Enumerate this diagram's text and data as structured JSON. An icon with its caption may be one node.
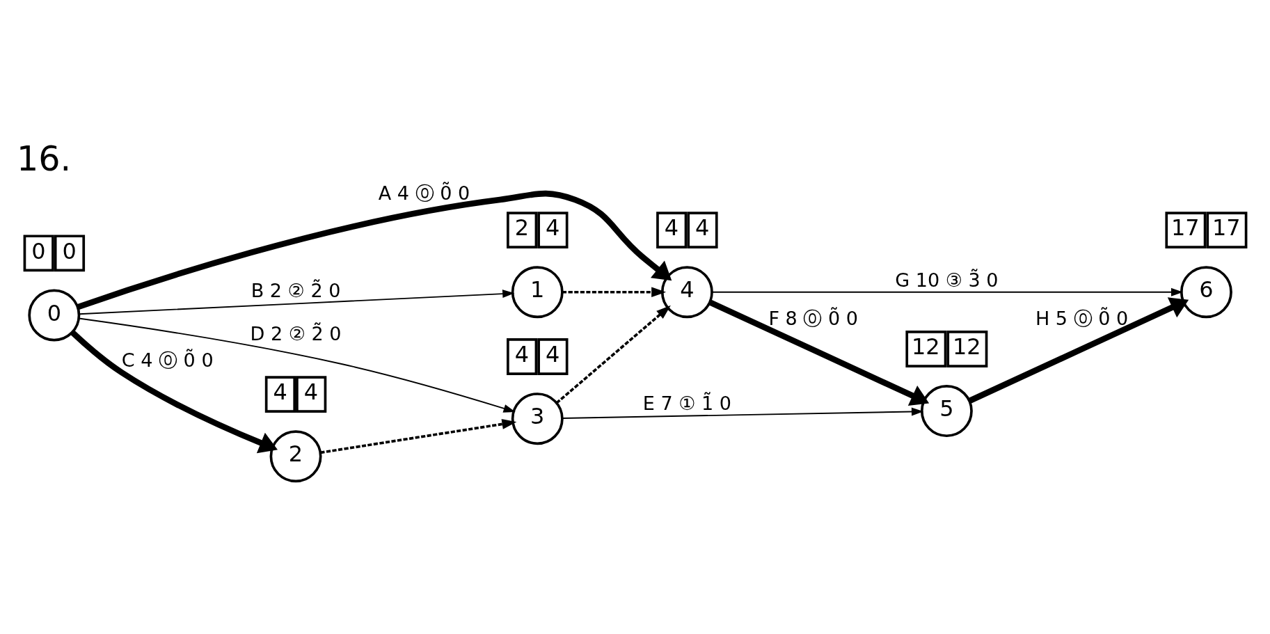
{
  "diagram": {
    "title": "16.",
    "nodes": [
      {
        "text": [
          "0"
        ],
        "beside": [
          "0",
          "0"
        ]
      },
      {
        "text": [
          "1"
        ],
        "beside": [
          "2",
          "4"
        ]
      },
      {
        "text": [
          "2"
        ],
        "beside": [
          "4",
          "4"
        ]
      },
      {
        "text": [
          "3"
        ],
        "beside": [
          "4",
          "4"
        ]
      },
      {
        "text": [
          "4"
        ],
        "beside": [
          "4",
          "4"
        ]
      },
      {
        "text": [
          "5"
        ],
        "beside": [
          "12",
          "12"
        ]
      },
      {
        "text": [
          "6"
        ],
        "beside": [
          "17",
          "17"
        ]
      }
    ],
    "edges": [
      {
        "from": 0,
        "to": 4,
        "arrow": "to",
        "label": "A 4 ⓪ 0̃ 0",
        "style": "thick"
      },
      {
        "from": 0,
        "to": 1,
        "arrow": "to",
        "label": "B 2 ② 2̃ 0"
      },
      {
        "from": 1,
        "to": 4,
        "arrow": "to",
        "style": "dashed"
      },
      {
        "from": 0,
        "to": 2,
        "arrow": "to",
        "label": "C 4 ⓪ 0̃ 0",
        "style": "thick"
      },
      {
        "from": 2,
        "to": 3,
        "arrow": "to",
        "style": "dashed"
      },
      {
        "from": 0,
        "to": 3,
        "arrow": "to",
        "label": "D 2 ② 2̃ 0"
      },
      {
        "from": 3,
        "to": 4,
        "arrow": "to",
        "style": "dashed"
      },
      {
        "from": 4,
        "to": 6,
        "arrow": "to",
        "label": "G 10 ③ 3̃ 0"
      },
      {
        "from": 4,
        "to": 5,
        "arrow": "to",
        "label": "F 8 ⓪ 0̃ 0",
        "style": "thick"
      },
      {
        "from": 3,
        "to": 5,
        "arrow": "to",
        "label": "E 7 ① 1̃ 0"
      },
      {
        "from": 5,
        "to": 6,
        "arrow": "to",
        "label": "H 5 ⓪ 0̃ 0",
        "style": "thick"
      }
    ]
  }
}
